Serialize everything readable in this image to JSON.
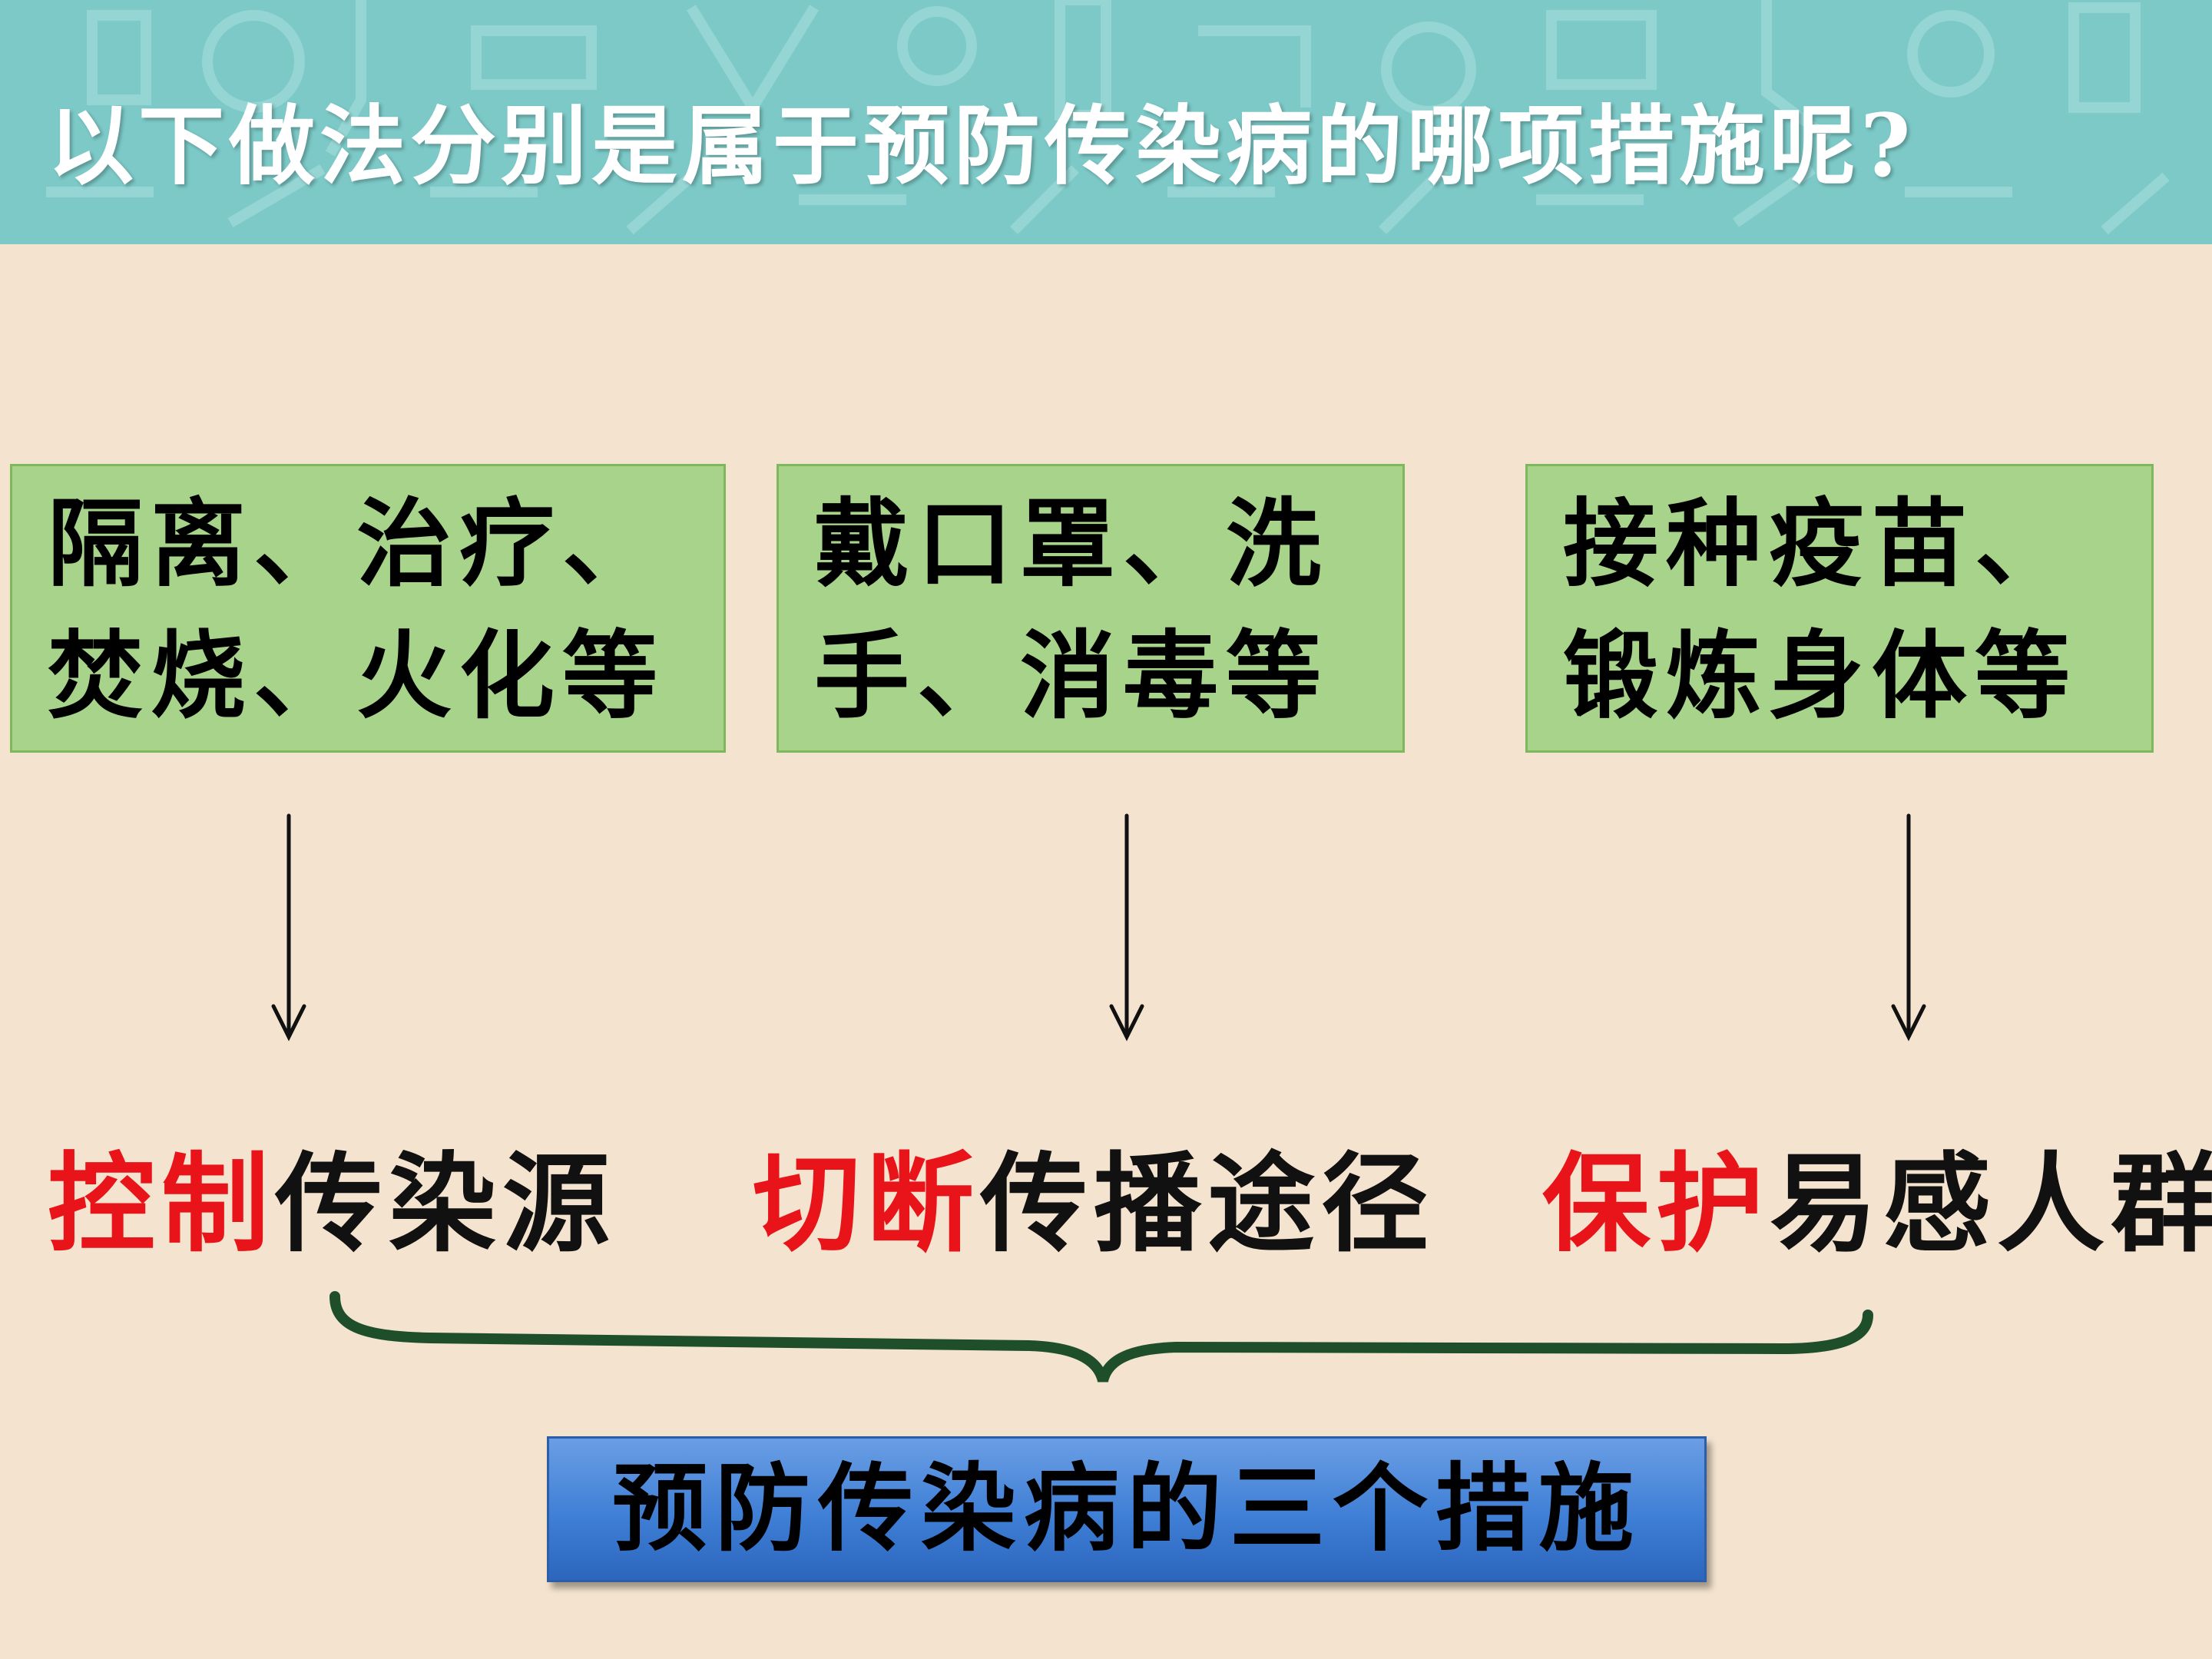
{
  "header": {
    "title": "以下做法分别是属于预防传染病的哪项措施呢?"
  },
  "boxes": [
    {
      "line1": "隔离、治疗、",
      "line2": "焚烧、火化等"
    },
    {
      "line1": "戴口罩、洗",
      "line2": "手、消毒等"
    },
    {
      "line1": "接种疫苗、",
      "line2": "锻炼身体等"
    }
  ],
  "measures": [
    {
      "key": "控制",
      "rest": "传染源"
    },
    {
      "key": "切断",
      "rest": "传播途径"
    },
    {
      "key": "保护",
      "rest": "易感人群"
    }
  ],
  "summary": {
    "label": "预防传染病的三个措施"
  },
  "colors": {
    "header": "#7cc9c7",
    "background": "#f4e4cf",
    "box": "#a7d38a",
    "highlight": "#e8141a",
    "brace": "#1f4f2a",
    "summary": "#3f7fd6"
  }
}
